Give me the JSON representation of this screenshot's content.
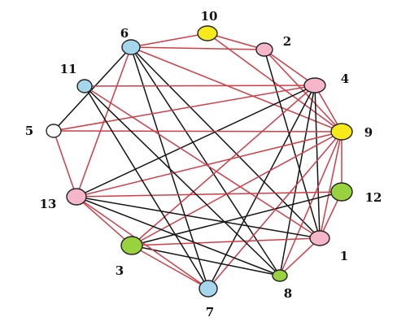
{
  "colors": {
    "red_edge": "#d23c46",
    "black_edge": "#141414",
    "pink": "#f4b6c8",
    "blue": "#a6d6ec",
    "yellow": "#f6ea1a",
    "green": "#98d23e",
    "white": "#ffffff"
  },
  "nodes": [
    {
      "id": "10",
      "label": "10",
      "color": "yellow"
    },
    {
      "id": "2",
      "label": "2",
      "color": "pink"
    },
    {
      "id": "4",
      "label": "4",
      "color": "pink"
    },
    {
      "id": "9",
      "label": "9",
      "color": "yellow"
    },
    {
      "id": "12",
      "label": "12",
      "color": "green"
    },
    {
      "id": "1",
      "label": "1",
      "color": "pink"
    },
    {
      "id": "8",
      "label": "8",
      "color": "green"
    },
    {
      "id": "7",
      "label": "7",
      "color": "blue"
    },
    {
      "id": "3",
      "label": "3",
      "color": "green"
    },
    {
      "id": "13",
      "label": "13",
      "color": "pink"
    },
    {
      "id": "5",
      "label": "5",
      "color": "white"
    },
    {
      "id": "11",
      "label": "11",
      "color": "blue"
    },
    {
      "id": "6",
      "label": "6",
      "color": "blue"
    }
  ],
  "edges": [
    {
      "from": "6",
      "to": "10",
      "color": "red_edge"
    },
    {
      "from": "6",
      "to": "2",
      "color": "red_edge"
    },
    {
      "from": "6",
      "to": "9",
      "color": "red_edge"
    },
    {
      "from": "6",
      "to": "13",
      "color": "red_edge"
    },
    {
      "from": "6",
      "to": "5",
      "color": "black_edge"
    },
    {
      "from": "6",
      "to": "1",
      "color": "black_edge"
    },
    {
      "from": "6",
      "to": "8",
      "color": "black_edge"
    },
    {
      "from": "6",
      "to": "7",
      "color": "black_edge"
    },
    {
      "from": "10",
      "to": "2",
      "color": "red_edge"
    },
    {
      "from": "10",
      "to": "9",
      "color": "red_edge"
    },
    {
      "from": "2",
      "to": "4",
      "color": "red_edge"
    },
    {
      "from": "2",
      "to": "9",
      "color": "red_edge"
    },
    {
      "from": "2",
      "to": "1",
      "color": "black_edge"
    },
    {
      "from": "4",
      "to": "9",
      "color": "red_edge"
    },
    {
      "from": "4",
      "to": "5",
      "color": "red_edge"
    },
    {
      "from": "4",
      "to": "11",
      "color": "red_edge"
    },
    {
      "from": "4",
      "to": "13",
      "color": "black_edge"
    },
    {
      "from": "4",
      "to": "3",
      "color": "red_edge"
    },
    {
      "from": "4",
      "to": "7",
      "color": "black_edge"
    },
    {
      "from": "4",
      "to": "8",
      "color": "black_edge"
    },
    {
      "from": "4",
      "to": "1",
      "color": "black_edge"
    },
    {
      "from": "9",
      "to": "5",
      "color": "red_edge"
    },
    {
      "from": "9",
      "to": "13",
      "color": "red_edge"
    },
    {
      "from": "9",
      "to": "3",
      "color": "red_edge"
    },
    {
      "from": "9",
      "to": "7",
      "color": "red_edge"
    },
    {
      "from": "9",
      "to": "8",
      "color": "red_edge"
    },
    {
      "from": "9",
      "to": "1",
      "color": "red_edge"
    },
    {
      "from": "9",
      "to": "12",
      "color": "red_edge"
    },
    {
      "from": "12",
      "to": "3",
      "color": "black_edge"
    },
    {
      "from": "12",
      "to": "1",
      "color": "red_edge"
    },
    {
      "from": "12",
      "to": "13",
      "color": "red_edge"
    },
    {
      "from": "1",
      "to": "13",
      "color": "black_edge"
    },
    {
      "from": "1",
      "to": "3",
      "color": "red_edge"
    },
    {
      "from": "1",
      "to": "8",
      "color": "red_edge"
    },
    {
      "from": "1",
      "to": "11",
      "color": "red_edge"
    },
    {
      "from": "8",
      "to": "13",
      "color": "black_edge"
    },
    {
      "from": "8",
      "to": "3",
      "color": "black_edge"
    },
    {
      "from": "8",
      "to": "11",
      "color": "black_edge"
    },
    {
      "from": "7",
      "to": "13",
      "color": "red_edge"
    },
    {
      "from": "7",
      "to": "3",
      "color": "red_edge"
    },
    {
      "from": "11",
      "to": "7",
      "color": "black_edge"
    },
    {
      "from": "3",
      "to": "13",
      "color": "red_edge"
    },
    {
      "from": "13",
      "to": "5",
      "color": "red_edge"
    }
  ]
}
